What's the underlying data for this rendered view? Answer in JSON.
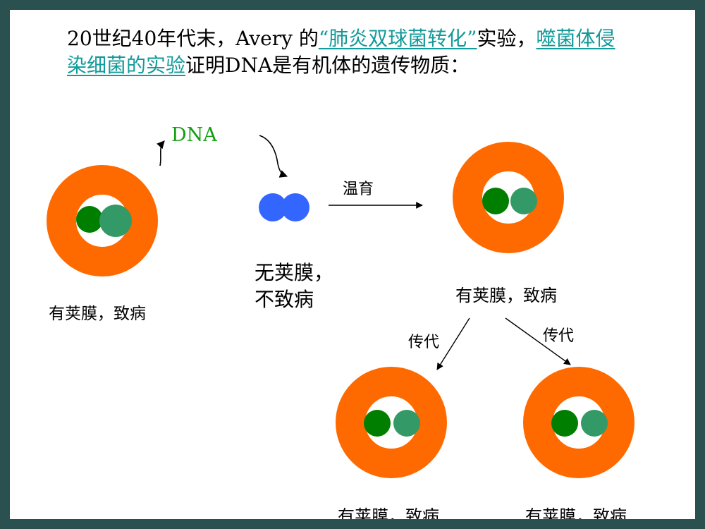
{
  "title": {
    "text_1": "20世纪40年代末，Avery 的",
    "link_1": "“肺炎双球菌转化”",
    "text_2": "实验，",
    "link_2": "噬菌体侵染细菌的实验",
    "text_3": "证明DNA是有机体的遗传物质："
  },
  "diagram": {
    "dna_label": "DNA",
    "incubate_label": "温育",
    "no_capsule_label_line1": "无荚膜，",
    "no_capsule_label_line2": "不致病",
    "capsule_label": "有荚膜，致病",
    "passage_label": "传代",
    "colors": {
      "capsule": "#ff6a00",
      "cell_core": "#ffffff",
      "nucleus_dark": "#007e00",
      "nucleus_light": "#339966",
      "rough_cell": "#3366ff",
      "link": "#139a9a",
      "dna_text": "#139e13"
    }
  }
}
